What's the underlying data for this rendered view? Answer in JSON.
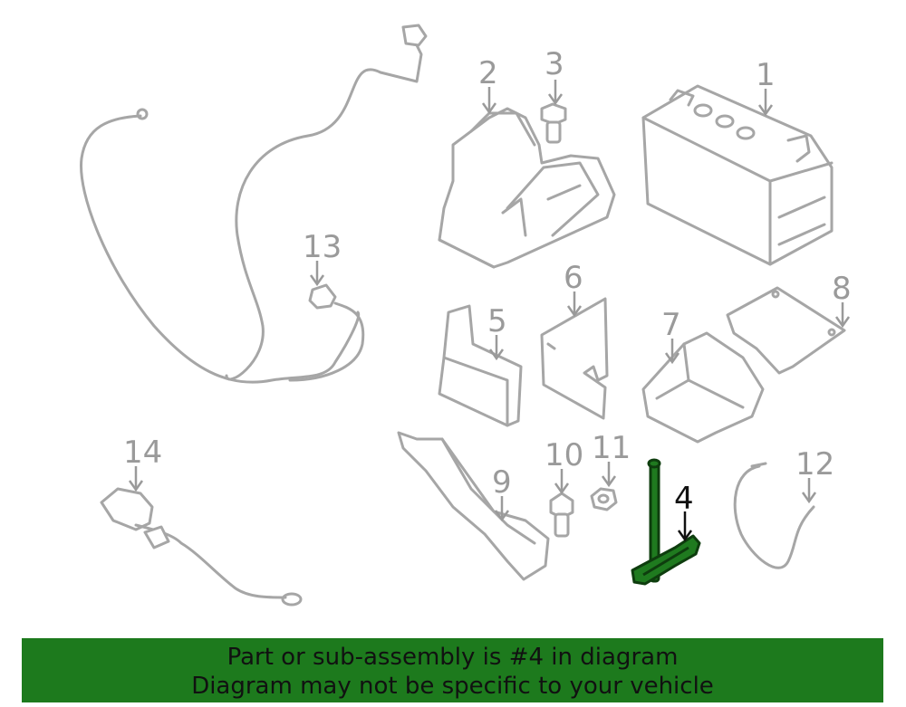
{
  "diagram": {
    "callouts": {
      "c1": "1",
      "c2": "2",
      "c3": "3",
      "c4": "4",
      "c5": "5",
      "c6": "6",
      "c7": "7",
      "c8": "8",
      "c9": "9",
      "c10": "10",
      "c11": "11",
      "c12": "12",
      "c13": "13",
      "c14": "14"
    },
    "highlighted_part": "4",
    "colors": {
      "part_stroke": "#a6a6a6",
      "highlight_fill": "#1f7a1f",
      "banner_bg": "#1d7a1d"
    }
  },
  "banner": {
    "line1": "Part or sub-assembly is #4 in diagram",
    "line2": "Diagram may not be specific to your vehicle"
  }
}
